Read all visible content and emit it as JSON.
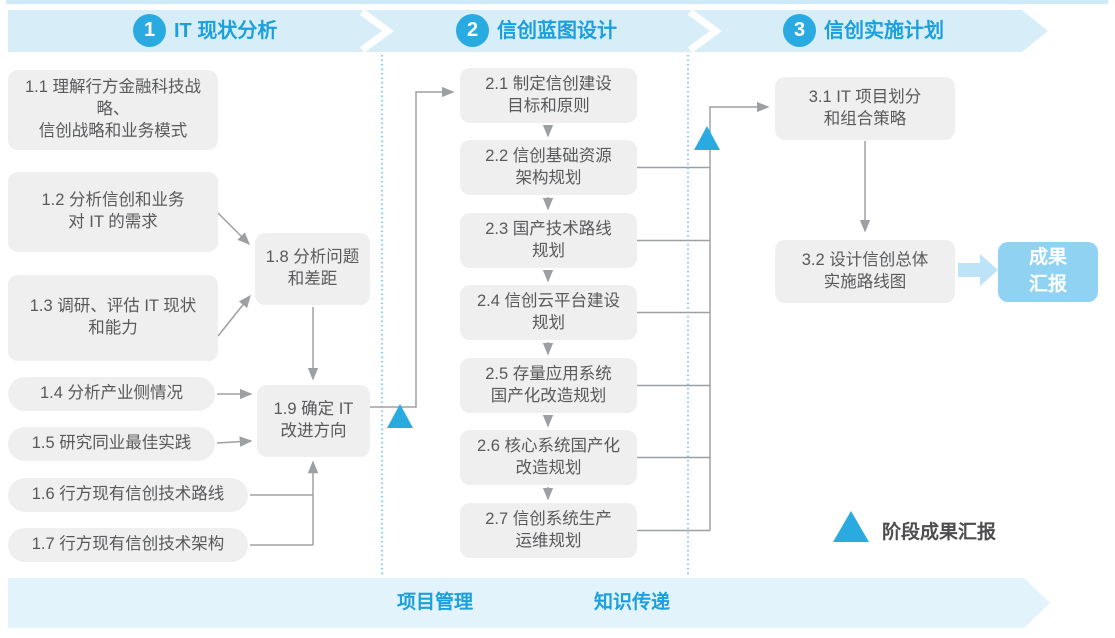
{
  "colors": {
    "accent_blue": "#29abe2",
    "title_blue": "#1ba0dc",
    "band_light_blue": "#d7eef9",
    "band_bottom_blue": "#e2f3fb",
    "node_gray": "#efefef",
    "node_text": "#58595b",
    "connector_gray": "#9da0a3",
    "outcome_blue": "#8fd2f1",
    "block_arrow_blue": "#bce3f7"
  },
  "phases": [
    {
      "number": "1",
      "title": "IT 现状分析"
    },
    {
      "number": "2",
      "title": "信创蓝图设计"
    },
    {
      "number": "3",
      "title": "信创实施计划"
    }
  ],
  "nodes": {
    "n1_1": {
      "text": "1.1 理解行方金融科技战略、\n信创战略和业务模式"
    },
    "n1_2": {
      "text": "1.2 分析信创和业务\n对 IT 的需求"
    },
    "n1_3": {
      "text": "1.3 调研、评估 IT 现状\n和能力"
    },
    "n1_4": {
      "text": "1.4 分析产业侧情况"
    },
    "n1_5": {
      "text": "1.5 研究同业最佳实践"
    },
    "n1_6": {
      "text": "1.6 行方现有信创技术路线"
    },
    "n1_7": {
      "text": "1.7 行方现有信创技术架构"
    },
    "n1_8": {
      "text": "1.8 分析问题\n和差距"
    },
    "n1_9": {
      "text": "1.9 确定 IT\n改进方向"
    },
    "n2_1": {
      "text": "2.1 制定信创建设\n目标和原则"
    },
    "n2_2": {
      "text": "2.2 信创基础资源\n架构规划"
    },
    "n2_3": {
      "text": "2.3 国产技术路线\n规划"
    },
    "n2_4": {
      "text": "2.4 信创云平台建设\n规划"
    },
    "n2_5": {
      "text": "2.5 存量应用系统\n国产化改造规划"
    },
    "n2_6": {
      "text": "2.6 核心系统国产化\n改造规划"
    },
    "n2_7": {
      "text": "2.7 信创系统生产\n运维规划"
    },
    "n3_1": {
      "text": "3.1 IT 项目划分\n和组合策略"
    },
    "n3_2": {
      "text": "3.2 设计信创总体\n实施路线图"
    },
    "outcome": {
      "text": "成果\n汇报"
    }
  },
  "bottom_band": {
    "left_label": "项目管理",
    "right_label": "知识传递"
  },
  "legend": {
    "label": "阶段成果汇报"
  }
}
